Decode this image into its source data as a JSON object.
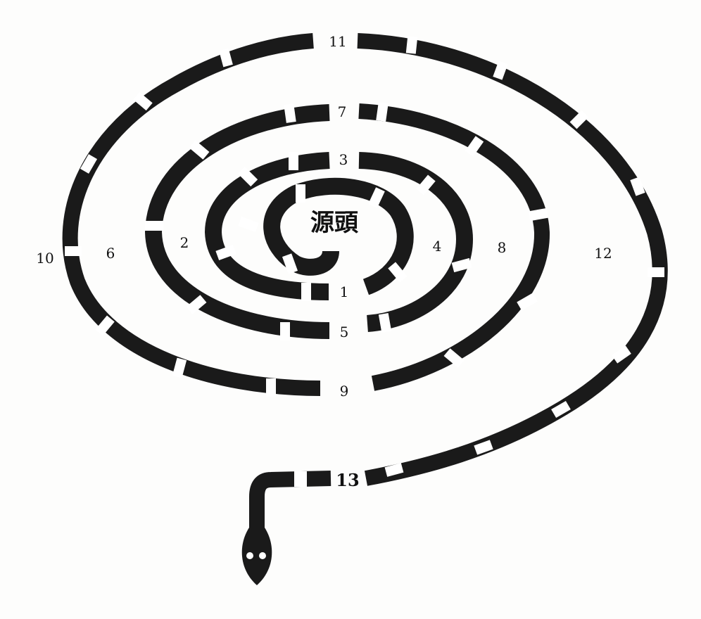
{
  "diagram": {
    "center_label": "源頭",
    "segment_labels": [
      {
        "id": "seg-1",
        "text": "1"
      },
      {
        "id": "seg-2",
        "text": "2"
      },
      {
        "id": "seg-3",
        "text": "3"
      },
      {
        "id": "seg-4",
        "text": "4"
      },
      {
        "id": "seg-5",
        "text": "5"
      },
      {
        "id": "seg-6",
        "text": "6"
      },
      {
        "id": "seg-7",
        "text": "7"
      },
      {
        "id": "seg-8",
        "text": "8"
      },
      {
        "id": "seg-9",
        "text": "9"
      },
      {
        "id": "seg-10",
        "text": "10"
      },
      {
        "id": "seg-11",
        "text": "11"
      },
      {
        "id": "seg-12",
        "text": "12"
      },
      {
        "id": "seg-13",
        "text": "13"
      }
    ],
    "snake_color": "#1a1a1a",
    "band_color": "#ffffff",
    "background": "#fdfdfc"
  }
}
